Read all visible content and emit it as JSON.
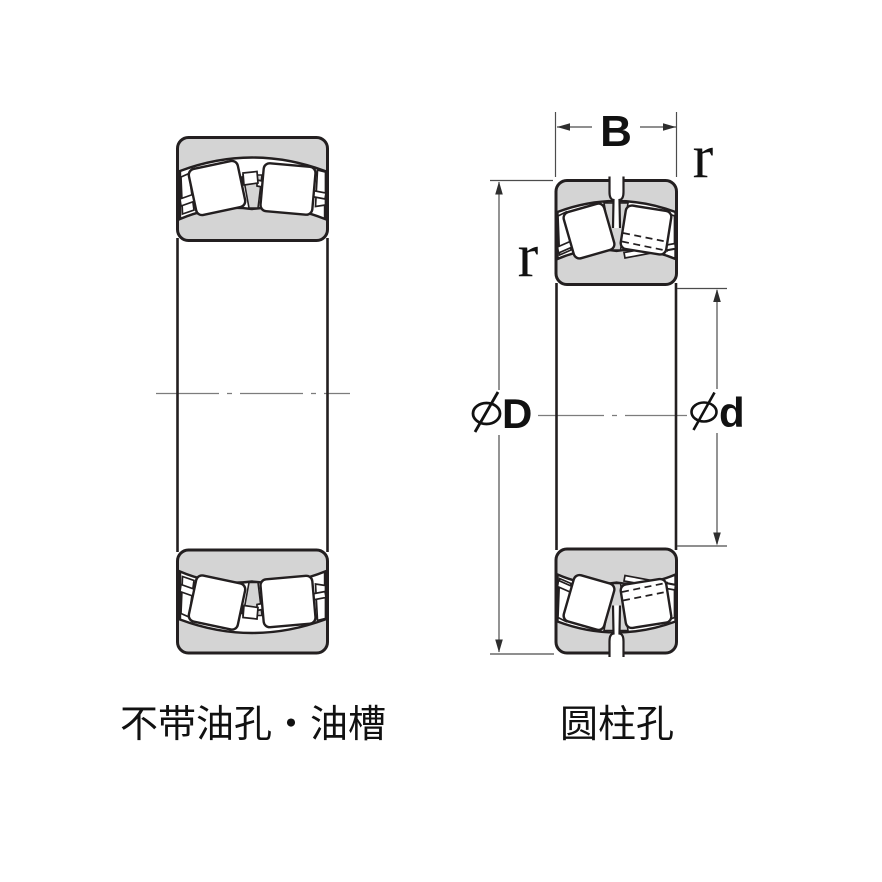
{
  "canvas": {
    "background": "#ffffff"
  },
  "left_figure": {
    "caption": "不带油孔・油槽"
  },
  "right_figure": {
    "caption": "圆柱孔",
    "dimension_labels": {
      "width": "B",
      "chamfer_outer": "r",
      "chamfer_inner": "r",
      "outer_diameter_symbol": "φ",
      "outer_diameter_letter": "D",
      "bore_diameter_symbol": "φ",
      "bore_diameter_letter": "d"
    }
  },
  "colors": {
    "outline": "#231f20",
    "ring_fill": "#d4d4d4",
    "dimension_line": "#4c4c4c",
    "centerline": "#7c7c7c",
    "text": "#111111"
  }
}
